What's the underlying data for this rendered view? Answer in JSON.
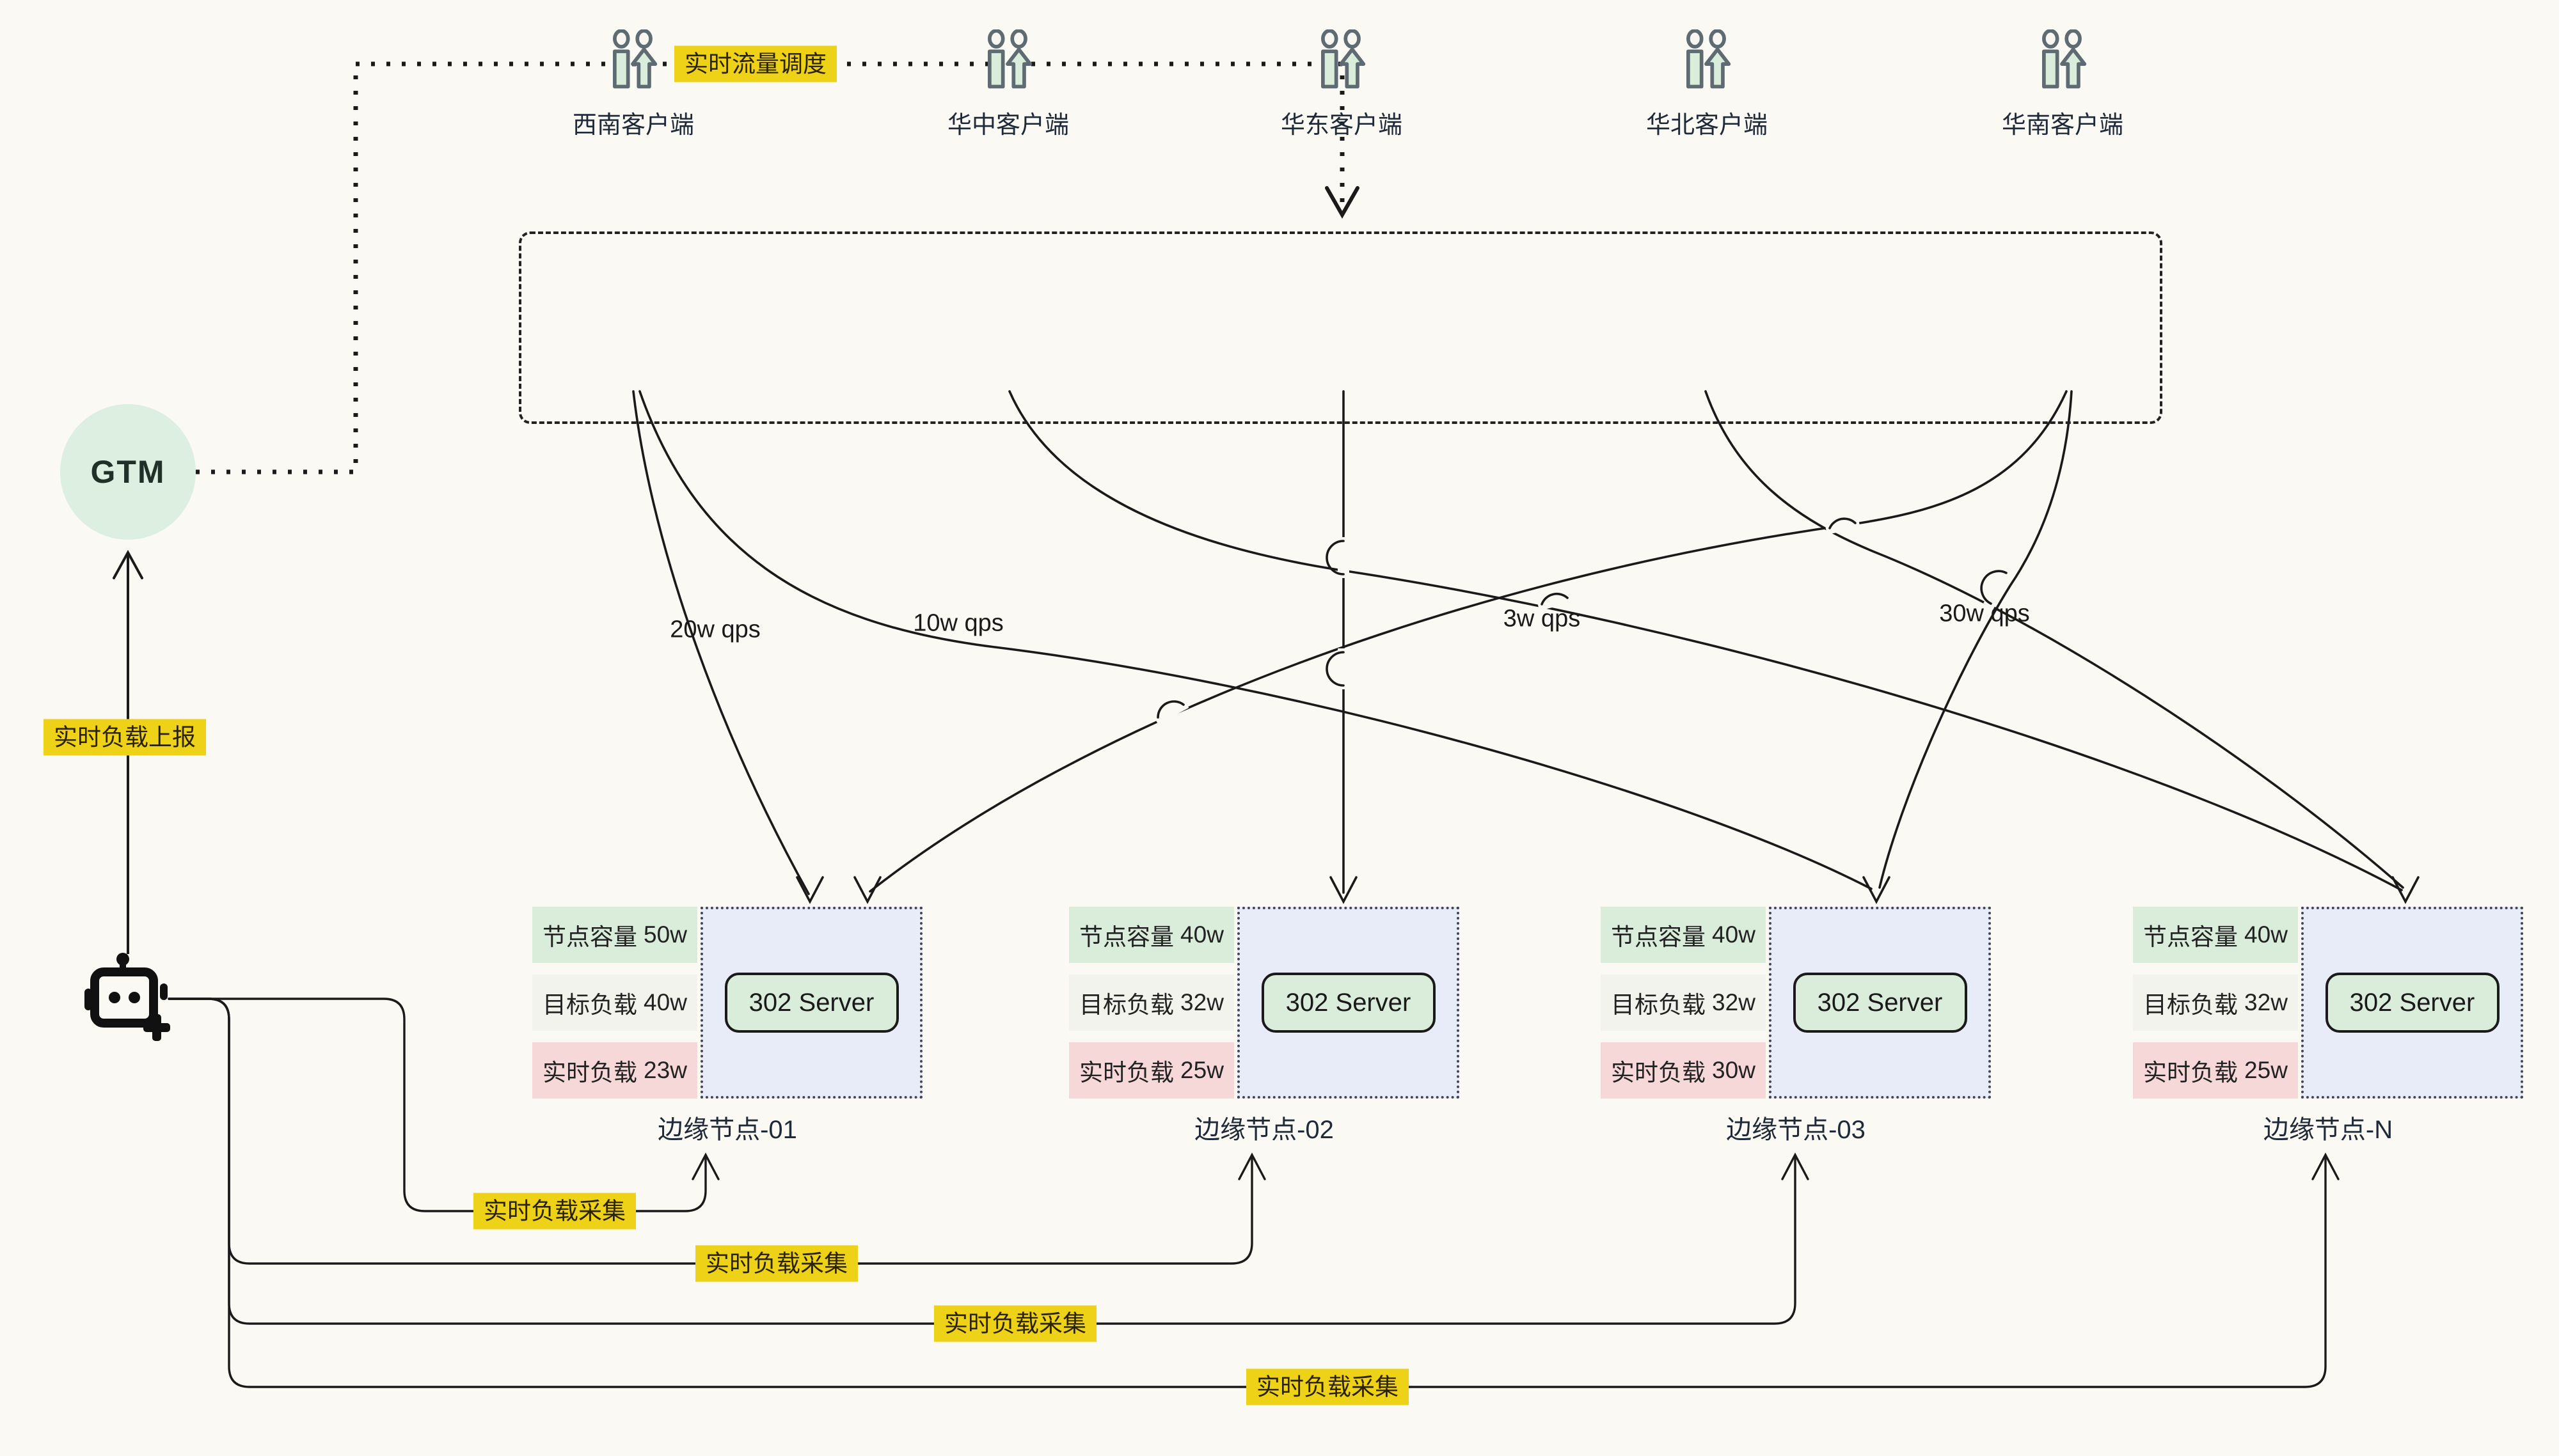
{
  "gtm": {
    "label": "GTM"
  },
  "labels": {
    "traffic_scheduling": "实时流量调度",
    "load_report": "实时负载上报",
    "load_collect": "实时负载采集"
  },
  "clients": [
    {
      "label": "西南客户端"
    },
    {
      "label": "华中客户端"
    },
    {
      "label": "华东客户端"
    },
    {
      "label": "华北客户端"
    },
    {
      "label": "华南客户端"
    }
  ],
  "flows": [
    {
      "label": "20w qps"
    },
    {
      "label": "10w qps"
    },
    {
      "label": "3w qps"
    },
    {
      "label": "30w qps"
    }
  ],
  "nodes": [
    {
      "title": "边缘节点-01",
      "server": "302 Server",
      "rows": [
        {
          "label": "节点容量",
          "value": "50w"
        },
        {
          "label": "目标负载",
          "value": "40w"
        },
        {
          "label": "实时负载",
          "value": "23w"
        }
      ]
    },
    {
      "title": "边缘节点-02",
      "server": "302 Server",
      "rows": [
        {
          "label": "节点容量",
          "value": "40w"
        },
        {
          "label": "目标负载",
          "value": "32w"
        },
        {
          "label": "实时负载",
          "value": "25w"
        }
      ]
    },
    {
      "title": "边缘节点-03",
      "server": "302 Server",
      "rows": [
        {
          "label": "节点容量",
          "value": "40w"
        },
        {
          "label": "目标负载",
          "value": "32w"
        },
        {
          "label": "实时负载",
          "value": "30w"
        }
      ]
    },
    {
      "title": "边缘节点-N",
      "server": "302 Server",
      "rows": [
        {
          "label": "节点容量",
          "value": "40w"
        },
        {
          "label": "目标负载",
          "value": "32w"
        },
        {
          "label": "实时负载",
          "value": "25w"
        }
      ]
    }
  ],
  "colors": {
    "bg": "#FAF9F4",
    "line": "#1A1A1A",
    "yellow": "#EDD218",
    "mint": "#DCEFE1",
    "mint_row": "#D9EDDA",
    "gray_row": "#F3F3EE",
    "pink_row": "#F7D8D8",
    "panel_blue": "#E7ECF8"
  }
}
